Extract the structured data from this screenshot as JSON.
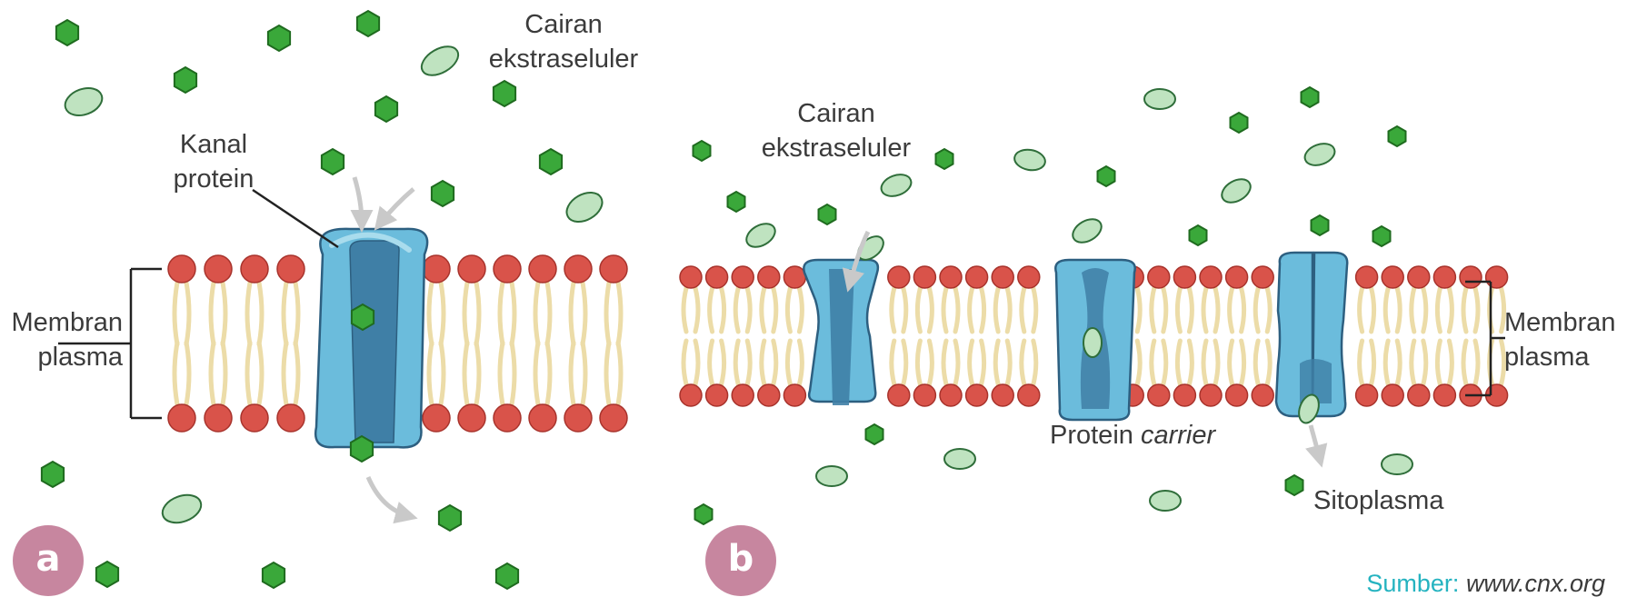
{
  "panel_a": {
    "badge": "a",
    "top_label_line1": "Cairan",
    "top_label_line2": "ekstraseluler",
    "channel_label_line1": "Kanal",
    "channel_label_line2": "protein",
    "membrane_label_line1": "Membran",
    "membrane_label_line2": "plasma"
  },
  "panel_b": {
    "badge": "b",
    "top_label_line1": "Cairan",
    "top_label_line2": "ekstraseluler",
    "carrier_label_plain": "Protein",
    "carrier_label_italic": "carrier",
    "cytoplasm_label": "Sitoplasma",
    "membrane_label_line1": "Membran",
    "membrane_label_line2": "plasma"
  },
  "source": {
    "key": "Sumber:",
    "value": "www.cnx.org"
  },
  "colors": {
    "head": "#d9534a",
    "tail": "#ecdca8",
    "protein": "#6bbcdc",
    "protein_dark": "#3f7fa6",
    "hexagon": "#3aa83a",
    "oval": "#bfe3c0",
    "badge": "#c7869f",
    "arrow": "#c9c9c9"
  }
}
